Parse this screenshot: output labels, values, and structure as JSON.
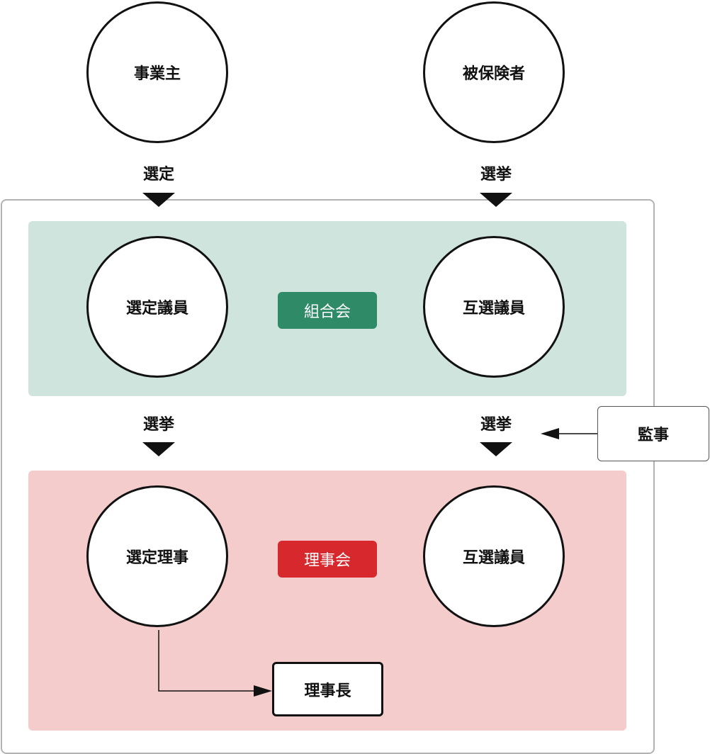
{
  "top_nodes": {
    "employer": "事業主",
    "insured": "被保険者"
  },
  "top_edges": {
    "left": "選定",
    "right": "選挙"
  },
  "union_assembly": {
    "tag": "組合会",
    "left_node": "選定議員",
    "right_node": "互選議員",
    "color": "#2f8a68",
    "background": "#cfe4dc"
  },
  "middle_edges": {
    "left": "選挙",
    "right": "選挙"
  },
  "auditor": "監事",
  "board": {
    "tag": "理事会",
    "left_node": "選定理事",
    "right_node": "互選議員",
    "color": "#d6282d",
    "background": "#f5cccc"
  },
  "chairman": "理事長"
}
